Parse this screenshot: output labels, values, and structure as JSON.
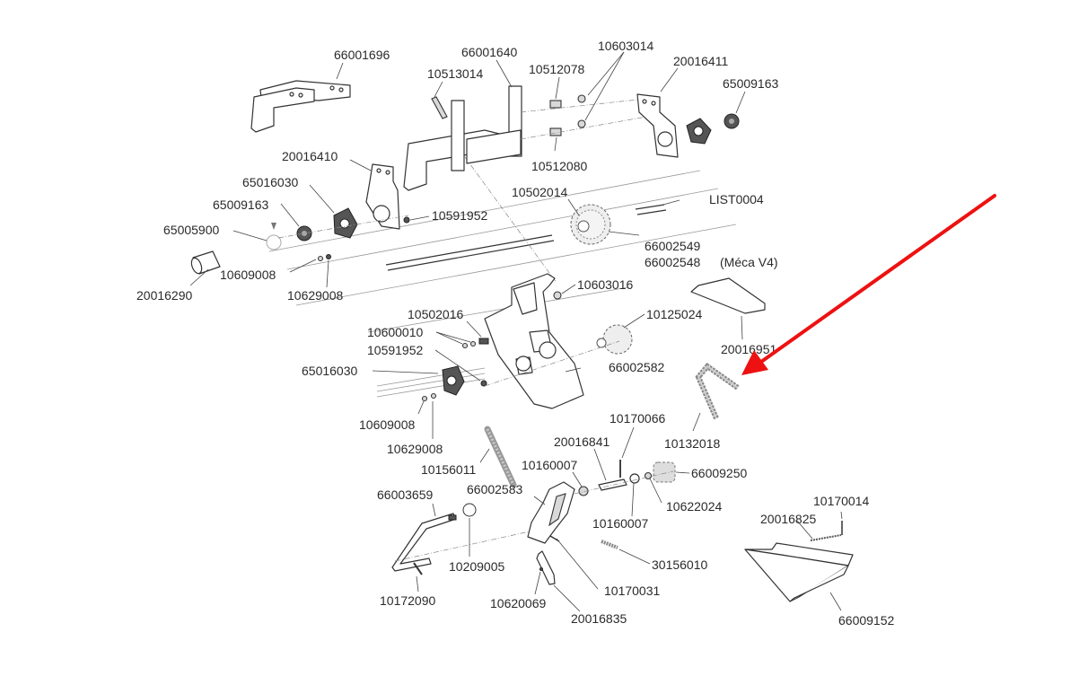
{
  "diagram": {
    "type": "exploded parts diagram",
    "labels": {
      "p66001696": "66001696",
      "p66001640": "66001640",
      "p10513014": "10513014",
      "p10603014": "10603014",
      "p10512078": "10512078",
      "p20016411": "20016411",
      "p65009163_top": "65009163",
      "p10512080": "10512080",
      "p20016410": "20016410",
      "p65016030_top": "65016030",
      "p65009163_left": "65009163",
      "p65005900": "65005900",
      "p10591952_top": "10591952",
      "p10502014": "10502014",
      "pLIST0004": "LIST0004",
      "p66002549": "66002549",
      "p66002548": "66002548",
      "meca_note": "(Méca V4)",
      "p20016290": "20016290",
      "p10609008_top": "10609008",
      "p10629008_top": "10629008",
      "p10603016": "10603016",
      "p10502016": "10502016",
      "p10600010": "10600010",
      "p10591952_mid": "10591952",
      "p65016030_mid": "65016030",
      "p10125024": "10125024",
      "p66002582": "66002582",
      "p20016951": "20016951",
      "p10132018": "10132018",
      "p10609008_mid": "10609008",
      "p10629008_mid": "10629008",
      "p10156011": "10156011",
      "p10170066": "10170066",
      "p20016841": "20016841",
      "p10160007_a": "10160007",
      "p66009250": "66009250",
      "p10622024": "10622024",
      "p10160007_b": "10160007",
      "p66003659": "66003659",
      "p66002583": "66002583",
      "p10209005": "10209005",
      "p30156010": "30156010",
      "p10172090": "10172090",
      "p10170031": "10170031",
      "p10620069": "10620069",
      "p20016835": "20016835",
      "p10170014": "10170014",
      "p20016825": "20016825",
      "p66009152": "66009152"
    },
    "annotation": {
      "kind": "arrow",
      "color": "#ee1111",
      "points_to": "10132018"
    }
  }
}
